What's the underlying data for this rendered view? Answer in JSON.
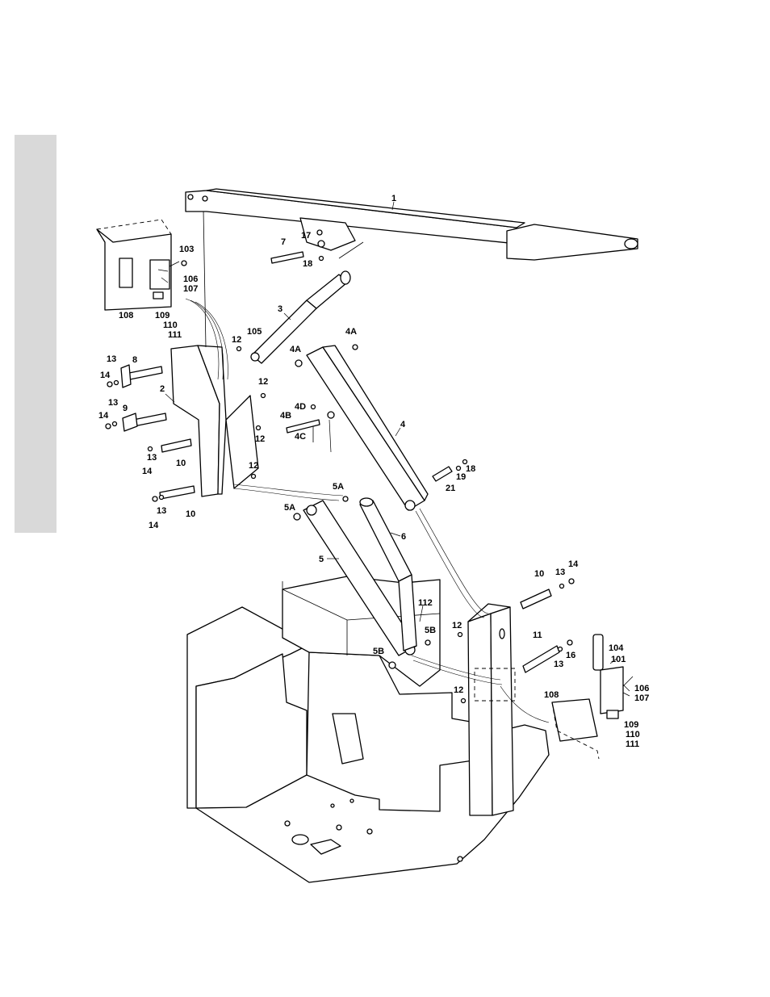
{
  "colors": {
    "tab": "#d9d9d9",
    "ink": "#000000",
    "paper": "#ffffff"
  },
  "labels": {
    "p1": "1",
    "p2": "2",
    "p3": "3",
    "p4": "4",
    "p4A_top": "4A",
    "p4A_left": "4A",
    "p4B": "4B",
    "p4C": "4C",
    "p4D": "4D",
    "p5": "5",
    "p5A_right": "5A",
    "p5A_left": "5A",
    "p5B_right": "5B",
    "p5B_left": "5B",
    "p6": "6",
    "p7": "7",
    "p8": "8",
    "p9": "9",
    "p10_a": "10",
    "p10_b": "10",
    "p10_c": "10",
    "p11": "11",
    "p12_a": "12",
    "p12_b": "12",
    "p12_c": "12",
    "p12_d": "12",
    "p12_e": "12",
    "p12_f": "12",
    "p13_a": "13",
    "p13_b": "13",
    "p13_c": "13",
    "p13_d": "13",
    "p13_e": "13",
    "p13_f": "13",
    "p14_a": "14",
    "p14_b": "14",
    "p14_c": "14",
    "p14_d": "14",
    "p14_e": "14",
    "p16": "16",
    "p17": "17",
    "p18_a": "18",
    "p18_b": "18",
    "p19": "19",
    "p21": "21",
    "p101": "101",
    "p103": "103",
    "p104": "104",
    "p105": "105",
    "p106_a": "106",
    "p107_a": "107",
    "p106_b": "106",
    "p107_b": "107",
    "p108_a": "108",
    "p108_b": "108",
    "p109_a": "109",
    "p110_a": "110",
    "p111_a": "111",
    "p109_b": "109",
    "p110_b": "110",
    "p111_b": "111",
    "p112": "112"
  }
}
